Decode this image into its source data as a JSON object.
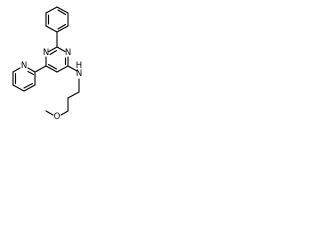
{
  "atoms": {
    "phenyl_n": "N",
    "pyrimidine_n1": "N",
    "pyrimidine_n3": "N",
    "amine_n": "N",
    "amine_h": "H",
    "ether_o": "O"
  }
}
